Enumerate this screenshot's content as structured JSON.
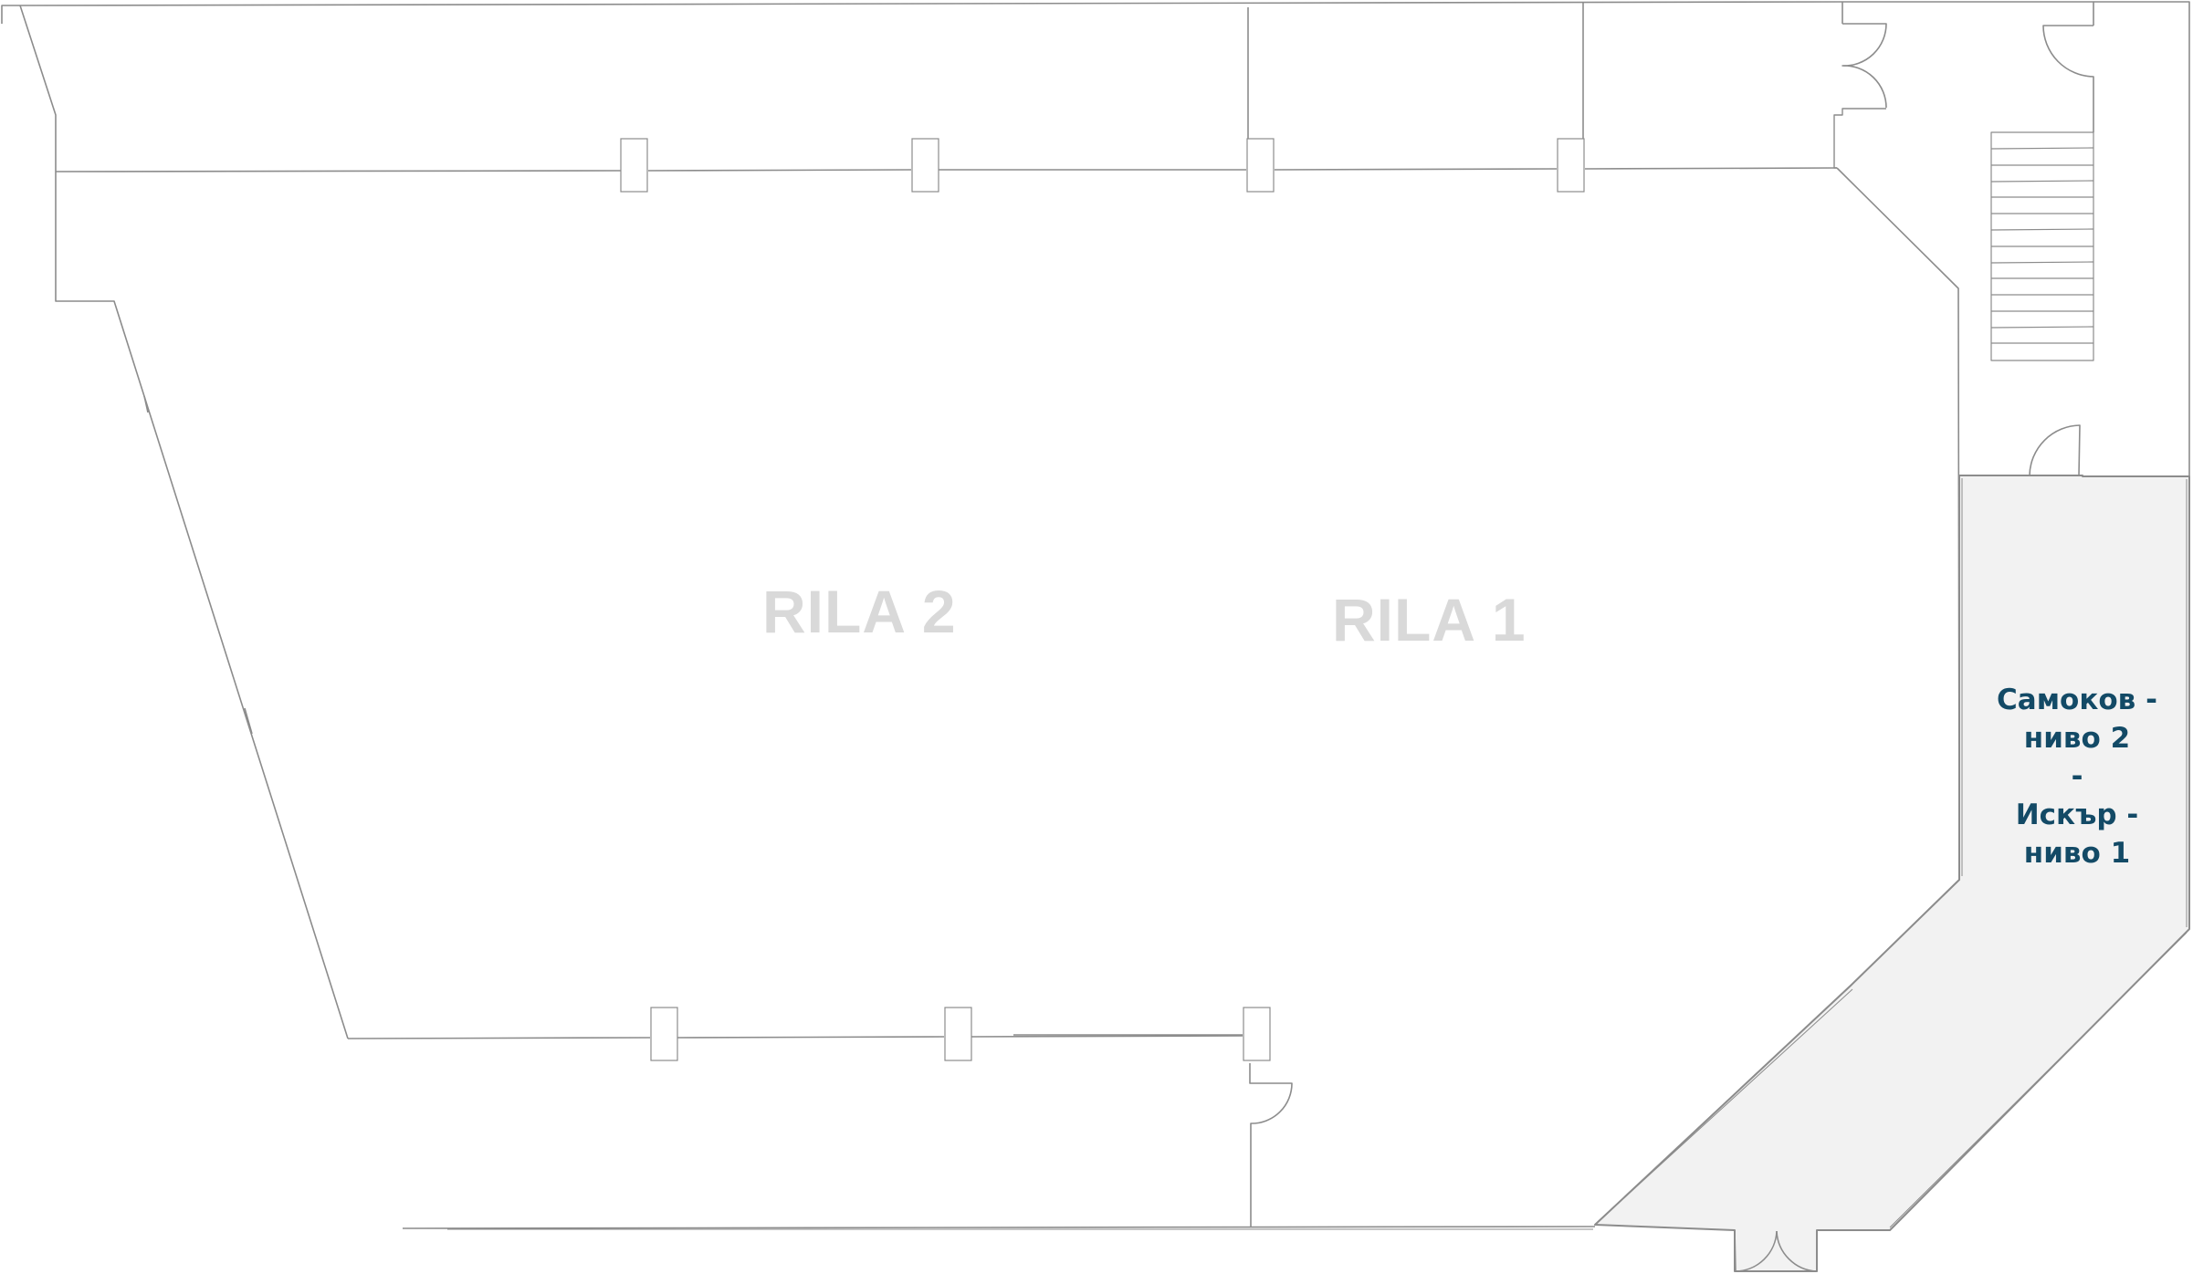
{
  "floor_plan": {
    "rooms": [
      {
        "id": "rila-2",
        "label": "RILA 2"
      },
      {
        "id": "rila-1",
        "label": "RILA 1"
      }
    ],
    "corridor": {
      "lines": [
        "Самоков -",
        "ниво 2",
        "-",
        "Искър -",
        "ниво 1"
      ],
      "highlight_color": "#f2f2f2",
      "text_color": "#134a66"
    },
    "colors": {
      "wall": "#8c8c8c",
      "room_label": "#d9d9d9",
      "background": "#ffffff"
    }
  }
}
